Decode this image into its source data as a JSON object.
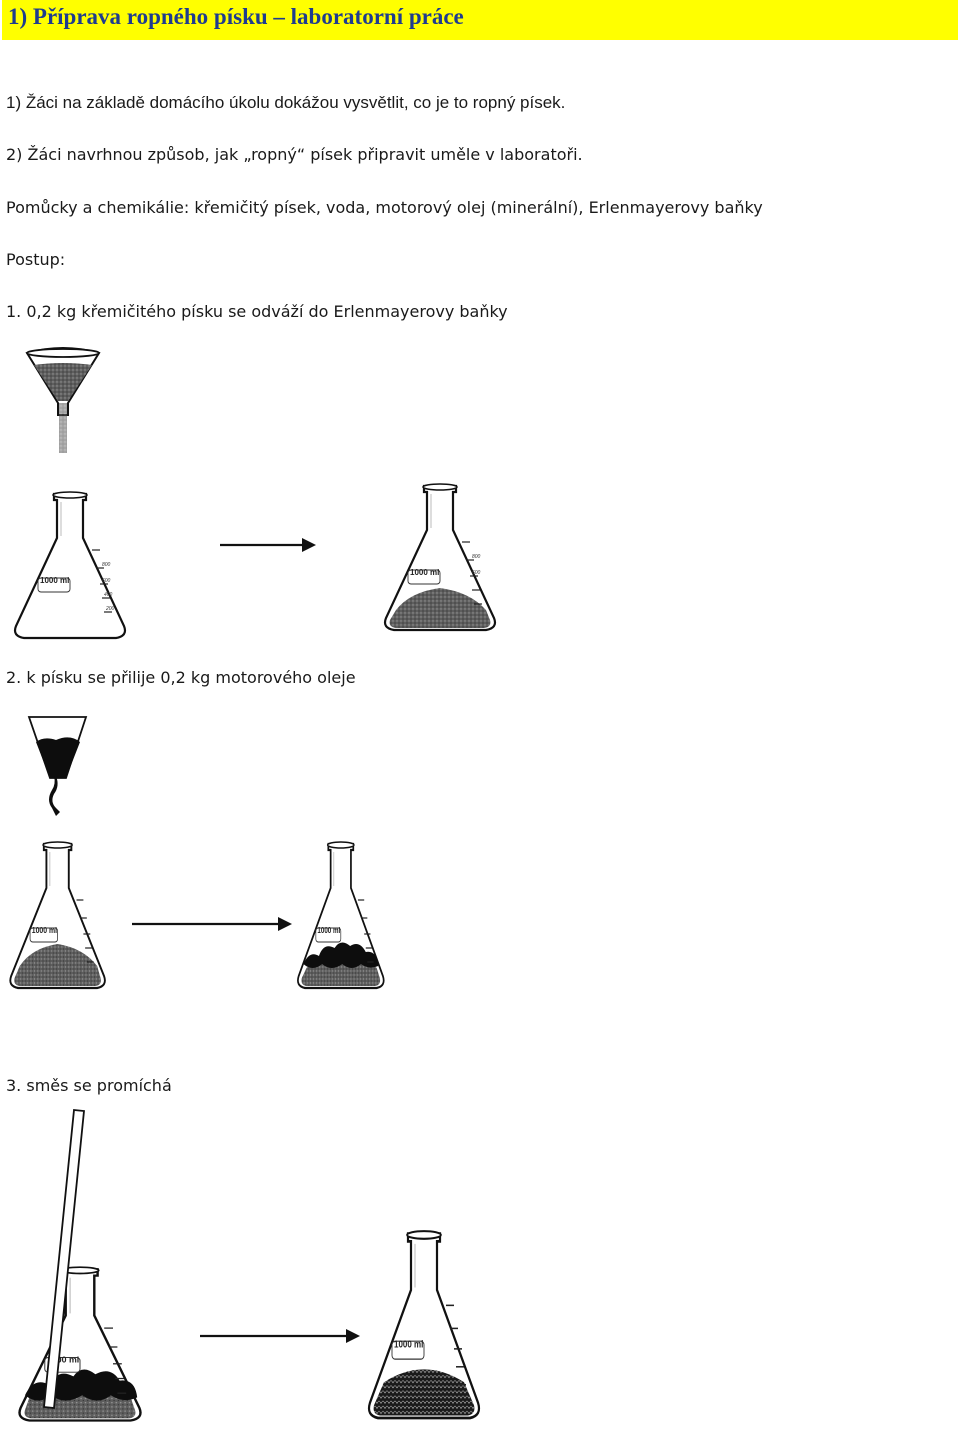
{
  "title": "1) Příprava ropného písku – laboratorní práce",
  "intro": {
    "item1": "1) Žáci na základě domácího úkolu dokážou vysvětlit, co je to ropný písek.",
    "item2": "2) Žáci navrhnou způsob, jak „ropný“ písek připravit uměle v laboratoři.",
    "materials": "Pomůcky a chemikálie: křemičitý písek, voda, motorový olej (minerální), Erlenmayerovy baňky",
    "procedure_heading": "Postup:"
  },
  "steps": [
    {
      "text": "1. 0,2 kg křemičitého písku se odváží do Erlenmayerovy baňky"
    },
    {
      "text": "2. k písku se přilije 0,2 kg motorového oleje"
    },
    {
      "text": "3. směs se promíchá"
    }
  ],
  "flask": {
    "volume_label": "1000 ml",
    "scale_marks": [
      "800",
      "600",
      "400",
      "200"
    ]
  },
  "colors": {
    "title_background": "#ffff00",
    "title_text": "#1f3c8f",
    "sand": "#6b6b6b",
    "oil": "#0d0d0d"
  }
}
